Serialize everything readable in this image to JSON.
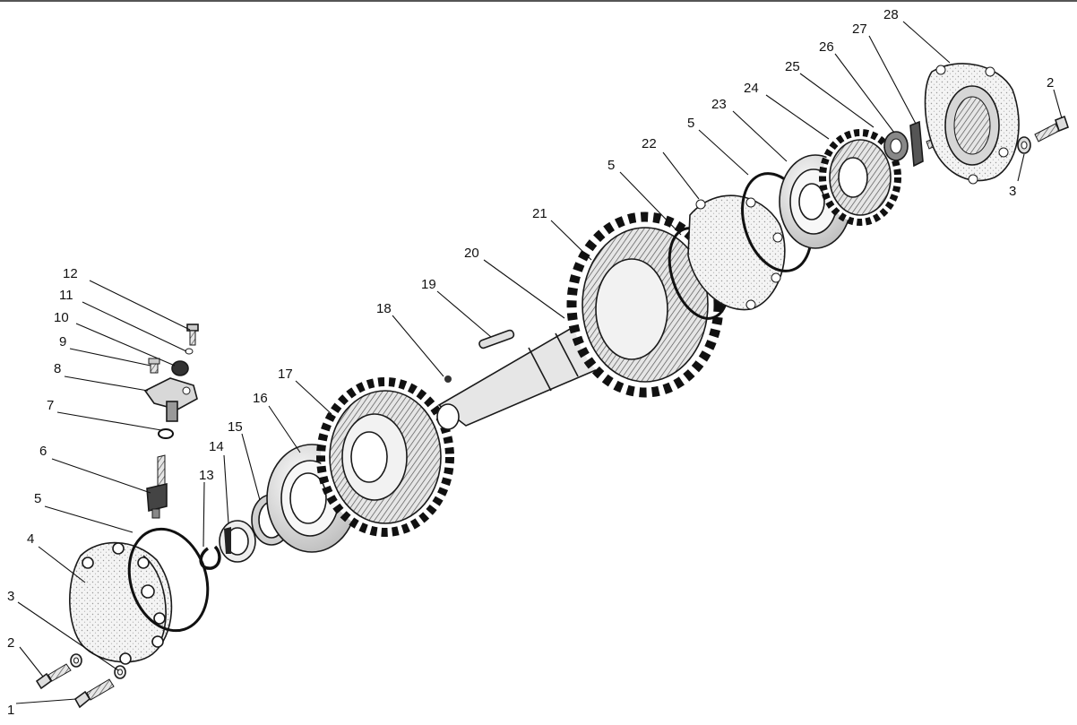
{
  "diagram": {
    "callouts": [
      {
        "id": "c1",
        "label": "1"
      },
      {
        "id": "c2a",
        "label": "2"
      },
      {
        "id": "c3a",
        "label": "3"
      },
      {
        "id": "c4",
        "label": "4"
      },
      {
        "id": "c5a",
        "label": "5"
      },
      {
        "id": "c6",
        "label": "6"
      },
      {
        "id": "c7",
        "label": "7"
      },
      {
        "id": "c8",
        "label": "8"
      },
      {
        "id": "c9",
        "label": "9"
      },
      {
        "id": "c10",
        "label": "10"
      },
      {
        "id": "c11",
        "label": "11"
      },
      {
        "id": "c12",
        "label": "12"
      },
      {
        "id": "c13",
        "label": "13"
      },
      {
        "id": "c14",
        "label": "14"
      },
      {
        "id": "c15",
        "label": "15"
      },
      {
        "id": "c16",
        "label": "16"
      },
      {
        "id": "c17",
        "label": "17"
      },
      {
        "id": "c18",
        "label": "18"
      },
      {
        "id": "c19",
        "label": "19"
      },
      {
        "id": "c20",
        "label": "20"
      },
      {
        "id": "c21",
        "label": "21"
      },
      {
        "id": "c5b",
        "label": "5"
      },
      {
        "id": "c22",
        "label": "22"
      },
      {
        "id": "c5c",
        "label": "5"
      },
      {
        "id": "c23",
        "label": "23"
      },
      {
        "id": "c24",
        "label": "24"
      },
      {
        "id": "c25",
        "label": "25"
      },
      {
        "id": "c26",
        "label": "26"
      },
      {
        "id": "c27",
        "label": "27"
      },
      {
        "id": "c28",
        "label": "28"
      },
      {
        "id": "c2b",
        "label": "2"
      },
      {
        "id": "c3b",
        "label": "3"
      }
    ]
  }
}
